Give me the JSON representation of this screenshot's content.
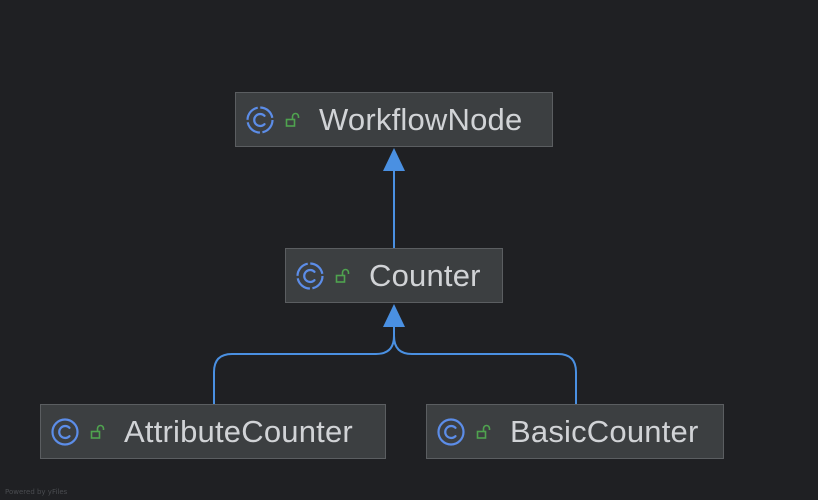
{
  "diagram": {
    "nodes": {
      "workflownode": {
        "label": "WorkflowNode",
        "icon": "class-icon",
        "visibility_icon": "public-lock-icon"
      },
      "counter": {
        "label": "Counter",
        "icon": "class-icon",
        "visibility_icon": "public-lock-icon"
      },
      "attributecounter": {
        "label": "AttributeCounter",
        "icon": "class-icon",
        "visibility_icon": "public-lock-icon"
      },
      "basiccounter": {
        "label": "BasicCounter",
        "icon": "class-icon",
        "visibility_icon": "public-lock-icon"
      }
    },
    "edges": [
      {
        "from": "counter",
        "to": "workflownode",
        "type": "inheritance"
      },
      {
        "from": "attributecounter",
        "to": "counter",
        "type": "inheritance"
      },
      {
        "from": "basiccounter",
        "to": "counter",
        "type": "inheritance"
      }
    ],
    "colors": {
      "background": "#1f2023",
      "node_fill": "#3c3f41",
      "node_border": "#5b5e61",
      "text": "#d1d3d6",
      "edge": "#4a90e2",
      "class_icon": "#5c8de8",
      "lock_icon": "#4fa34f"
    }
  },
  "footer": {
    "text": "Powered by yFiles"
  }
}
